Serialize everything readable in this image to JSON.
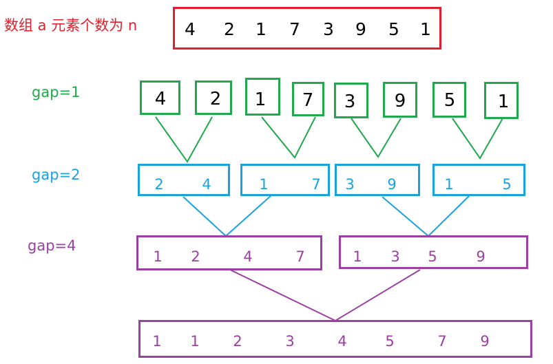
{
  "title": "数组 a 元素个数为 n",
  "labels": {
    "gap1": "gap=1",
    "gap2": "gap=2",
    "gap4": "gap=4"
  },
  "colors": {
    "red": "#e0202e",
    "green": "#21a84c",
    "blue": "#1aa2dd",
    "purple": "#9b3fa2",
    "text": "#000000"
  },
  "array": [
    "4",
    "2",
    "1",
    "7",
    "3",
    "9",
    "5",
    "1"
  ],
  "gap1": [
    [
      "4"
    ],
    [
      "2"
    ],
    [
      "1"
    ],
    [
      "7"
    ],
    [
      "3"
    ],
    [
      "9"
    ],
    [
      "5"
    ],
    [
      "1"
    ]
  ],
  "gap2": [
    [
      "2",
      "4"
    ],
    [
      "1",
      "7"
    ],
    [
      "3",
      "9"
    ],
    [
      "1",
      "5"
    ]
  ],
  "gap4": [
    [
      "1",
      "2",
      "4",
      "7"
    ],
    [
      "1",
      "3",
      "5",
      "9"
    ]
  ],
  "result": [
    "1",
    "1",
    "2",
    "3",
    "4",
    "5",
    "7",
    "9"
  ]
}
